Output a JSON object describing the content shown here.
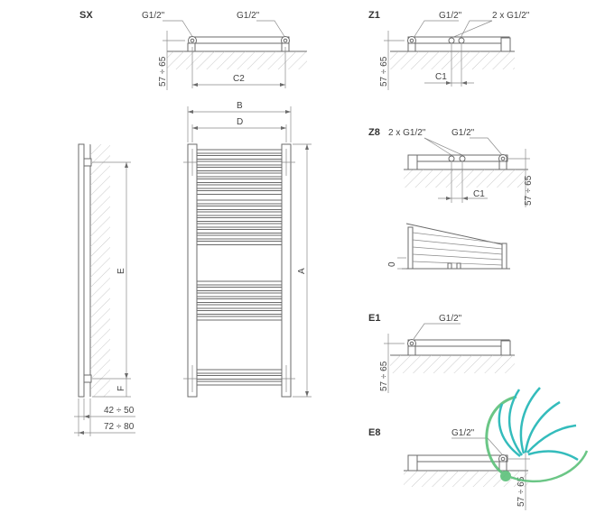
{
  "views": {
    "sx": {
      "title": "SX",
      "conn_left": "G1/2\"",
      "conn_right": "G1/2\"",
      "height": "57 ÷ 65",
      "spacing": "C2"
    },
    "z1": {
      "title": "Z1",
      "conn_left": "G1/2\"",
      "conn_right": "2 x G1/2\"",
      "height": "57 ÷ 65",
      "spacing": "C1"
    },
    "z8": {
      "title": "Z8",
      "conn_left": "2 x G1/2\"",
      "conn_right": "G1/2\"",
      "height": "57 ÷ 65",
      "spacing": "C1"
    },
    "e1": {
      "title": "E1",
      "conn": "G1/2\"",
      "height": "57 ÷ 65"
    },
    "e8": {
      "title": "E8",
      "conn": "G1/2\"",
      "height": "57 ÷ 65"
    }
  },
  "side": {
    "height": "E",
    "bottom": "F",
    "depth_inner": "42 ÷ 50",
    "depth_outer": "72 ÷ 80"
  },
  "front": {
    "width_outer": "B",
    "width_inner": "D",
    "height": "A"
  },
  "slope": {
    "offset": "0"
  },
  "logo": {
    "colors": {
      "teal": "#1fb5b5",
      "green": "#5cc07a"
    }
  }
}
